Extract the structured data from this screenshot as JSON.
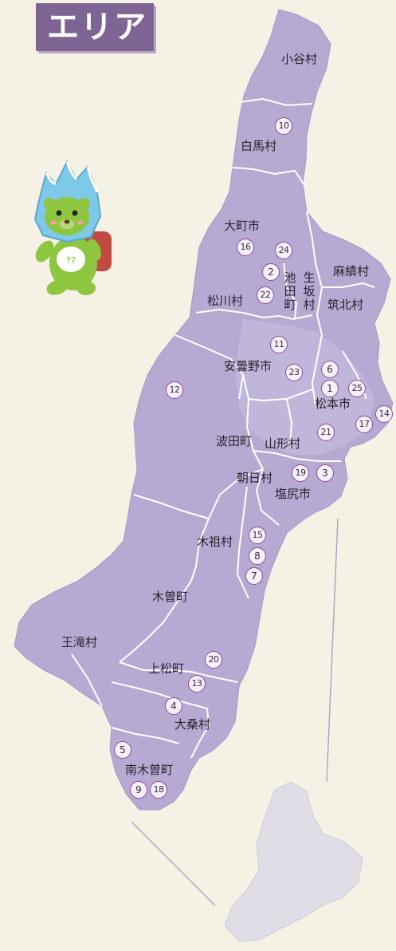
{
  "title": "エリア",
  "colors": {
    "background": "#f5f1e4",
    "title_tag": "#7f6594",
    "map_fill": "#b6aad3",
    "border": "#ffffff",
    "marker_ring": "#8e4aa0",
    "outside_region": "#e0dde6"
  },
  "areas": {
    "otari": "小谷村",
    "hakuba": "白馬村",
    "omachi": "大町市",
    "omi": "麻績村",
    "ikeda": "池田町",
    "ikusaka": "生坂村",
    "matsukawa": "松川村",
    "chikuhoku": "筑北村",
    "azumino": "安曇野市",
    "matsumoto": "松本市",
    "hata": "波田町",
    "yamagata": "山形村",
    "asahi": "朝日村",
    "shiojiri": "塩尻市",
    "kiso_village": "木祖村",
    "kiso_town": "木曽町",
    "otaki": "王滝村",
    "agematsu": "上松町",
    "okuwa": "大桑村",
    "nagiso": "南木曽町"
  },
  "markers": [
    "1",
    "2",
    "3",
    "4",
    "5",
    "6",
    "7",
    "8",
    "9",
    "10",
    "11",
    "12",
    "13",
    "14",
    "15",
    "16",
    "17",
    "18",
    "19",
    "20",
    "21",
    "22",
    "23",
    "24",
    "25"
  ],
  "mascot": "mascot-character"
}
